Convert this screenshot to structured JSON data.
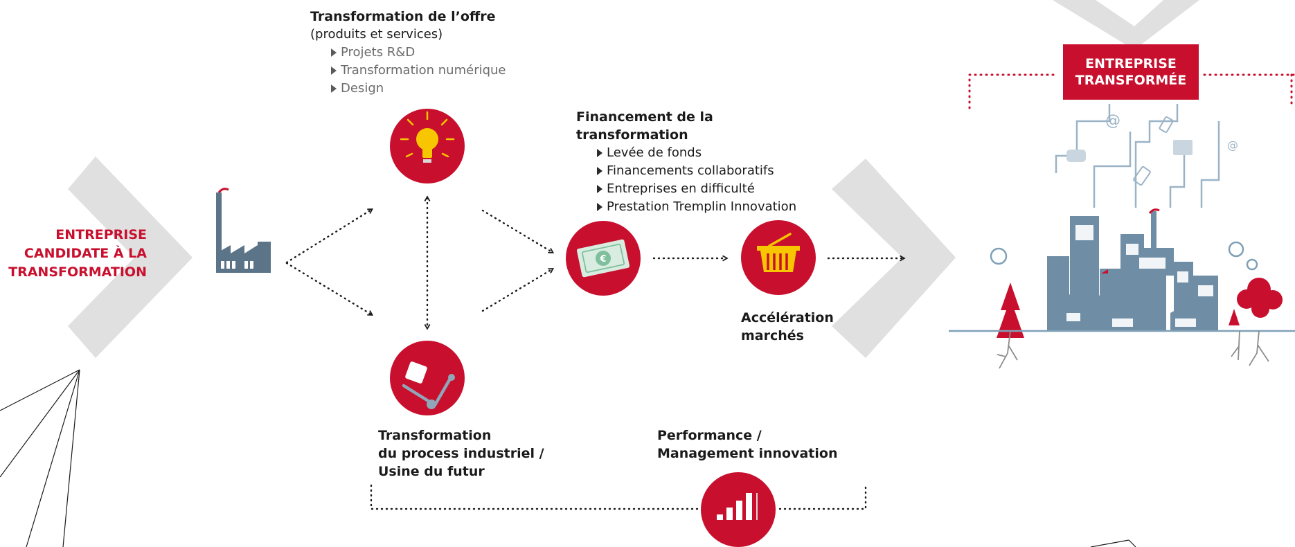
{
  "nodes": {
    "start": {
      "label_lines": [
        "ENTREPRISE",
        "CANDIDATE À LA",
        "TRANSFORMATION"
      ]
    },
    "end": {
      "label_lines": [
        "ENTREPRISE",
        "TRANSFORMÉE"
      ]
    },
    "offre": {
      "title": "Transformation de l’offre",
      "subtitle": "(produits et services)",
      "items": [
        "Projets R&D",
        "Transformation numérique",
        "Design"
      ]
    },
    "financement": {
      "title": "Financement de la transformation",
      "items": [
        "Levée de fonds",
        "Financements collaboratifs",
        "Entreprises en difficulté",
        "Prestation Tremplin Innovation"
      ]
    },
    "process": {
      "label_lines": [
        "Transformation",
        "du process industriel /",
        "Usine du futur"
      ]
    },
    "acceleration": {
      "label_lines": [
        "Accélération",
        "marchés"
      ]
    },
    "performance": {
      "label_lines": [
        "Performance /",
        "Management innovation"
      ]
    }
  },
  "icons": {
    "factory": "factory-icon",
    "bulb": "lightbulb-icon",
    "money": "banknote-euro-icon",
    "basket": "basket-icon",
    "handtruck": "hand-truck-icon",
    "chart": "bar-chart-icon",
    "city": "smart-city-illustration"
  },
  "colors": {
    "accent_red": "#c8102e",
    "chevron_grey": "#e0e0e0",
    "city_blue": "#6f8ea6",
    "text_dark": "#1a1a1a",
    "text_grey": "#6b6b6b"
  }
}
